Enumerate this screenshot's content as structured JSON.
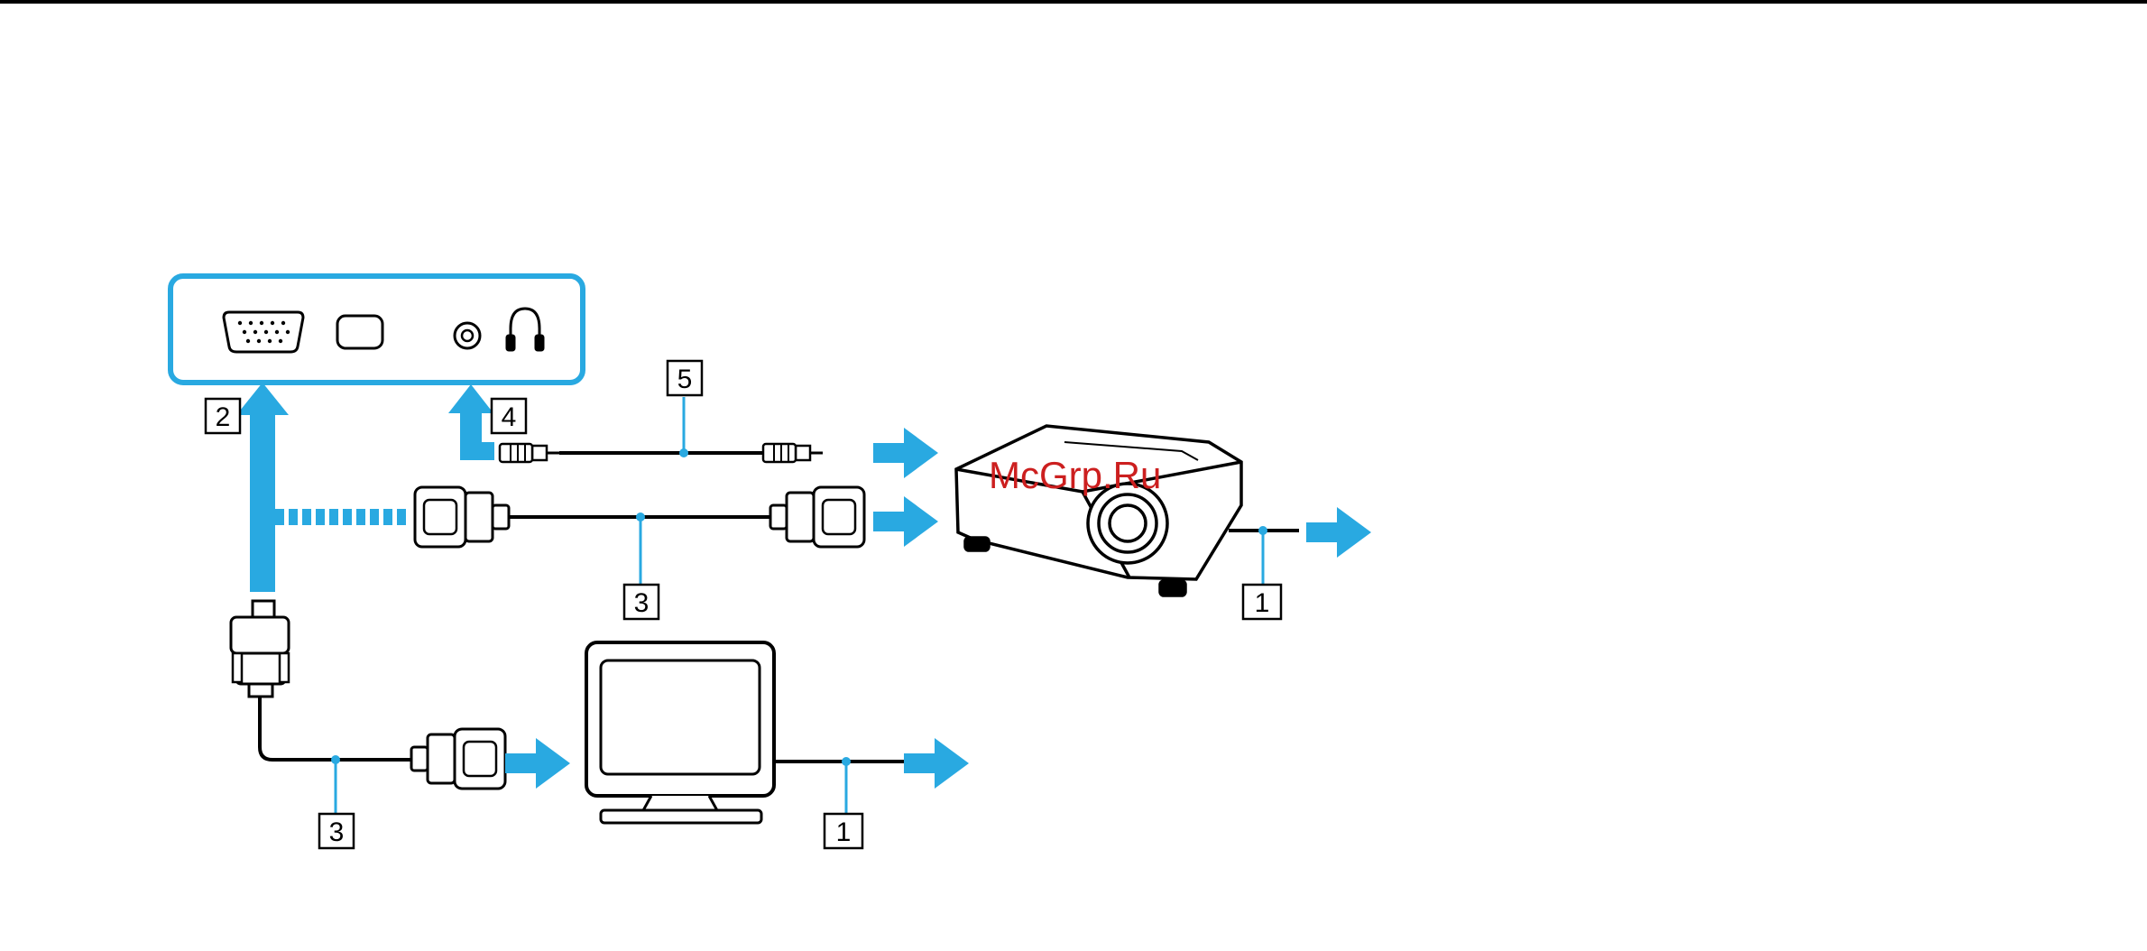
{
  "callouts": {
    "c1_projector": "1",
    "c1_monitor": "1",
    "c2_vga_port": "2",
    "c3_projector_cable": "3",
    "c3_monitor_cable": "3",
    "c4_headphone_jack": "4",
    "c5_audio_cable": "5"
  },
  "watermark": "McGrp.Ru",
  "icons": [
    "vga-port-icon",
    "hdmi-port-icon",
    "headphone-jack-icon",
    "headphone-icon",
    "projector-icon",
    "monitor-icon",
    "vga-plug-icon",
    "audio-plug-icon",
    "arrow-icon"
  ],
  "colors": {
    "accent": "#29a9e1",
    "line": "#000000",
    "watermark": "#cc1f1f"
  }
}
